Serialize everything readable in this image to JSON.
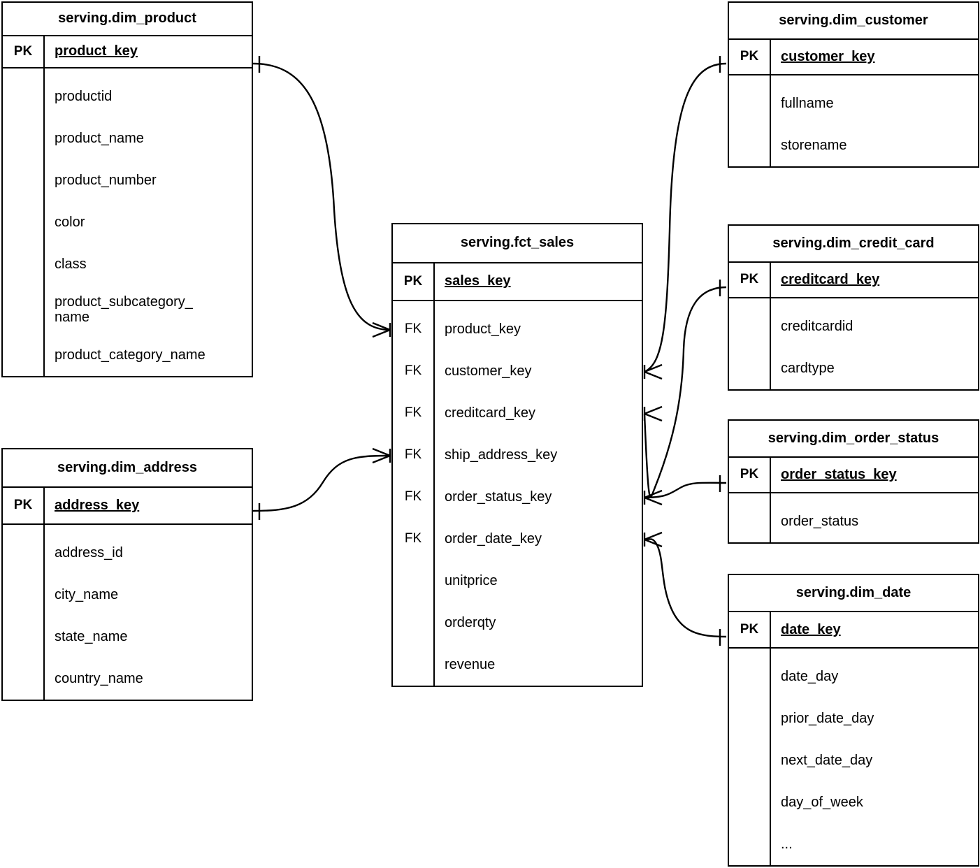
{
  "diagram": {
    "type": "entity-relationship-diagram",
    "notation": "crow's-foot",
    "background": "#ffffff",
    "line_color": "#000000"
  },
  "entities": {
    "dim_product": {
      "title": "serving.dim_product",
      "pk_label": "PK",
      "pk_field": "product_key",
      "attributes": [
        "productid",
        "product_name",
        "product_number",
        "color",
        "class",
        "product_subcategory_\nname",
        "product_category_name"
      ]
    },
    "dim_address": {
      "title": "serving.dim_address",
      "pk_label": "PK",
      "pk_field": "address_key",
      "attributes": [
        "address_id",
        "city_name",
        "state_name",
        "country_name"
      ]
    },
    "fct_sales": {
      "title": "serving.fct_sales",
      "pk_label": "PK",
      "pk_field": "sales_key",
      "fk_label": "FK",
      "attributes": [
        {
          "key": "FK",
          "name": "product_key"
        },
        {
          "key": "FK",
          "name": "customer_key"
        },
        {
          "key": "FK",
          "name": "creditcard_key"
        },
        {
          "key": "FK",
          "name": "ship_address_key"
        },
        {
          "key": "FK",
          "name": "order_status_key"
        },
        {
          "key": "FK",
          "name": "order_date_key"
        },
        {
          "key": "",
          "name": "unitprice"
        },
        {
          "key": "",
          "name": "orderqty"
        },
        {
          "key": "",
          "name": "revenue"
        }
      ]
    },
    "dim_customer": {
      "title": "serving.dim_customer",
      "pk_label": "PK",
      "pk_field": "customer_key",
      "attributes": [
        "fullname",
        "storename"
      ]
    },
    "dim_credit_card": {
      "title": "serving.dim_credit_card",
      "pk_label": "PK",
      "pk_field": "creditcard_key",
      "attributes": [
        "creditcardid",
        "cardtype"
      ]
    },
    "dim_order_status": {
      "title": "serving.dim_order_status",
      "pk_label": "PK",
      "pk_field": "order_status_key",
      "attributes": [
        "order_status"
      ]
    },
    "dim_date": {
      "title": "serving.dim_date",
      "pk_label": "PK",
      "pk_field": "date_key",
      "attributes": [
        "date_day",
        "prior_date_day",
        "next_date_day",
        "day_of_week",
        "..."
      ]
    }
  },
  "relationships": [
    {
      "from": "dim_product.product_key",
      "to": "fct_sales.product_key",
      "from_cardinality": "one",
      "to_cardinality": "many"
    },
    {
      "from": "dim_address.address_key",
      "to": "fct_sales.ship_address_key",
      "from_cardinality": "one",
      "to_cardinality": "many"
    },
    {
      "from": "dim_customer.customer_key",
      "to": "fct_sales.customer_key",
      "from_cardinality": "one",
      "to_cardinality": "many"
    },
    {
      "from": "dim_credit_card.creditcard_key",
      "to": "fct_sales.creditcard_key",
      "from_cardinality": "one",
      "to_cardinality": "many"
    },
    {
      "from": "dim_order_status.order_status_key",
      "to": "fct_sales.order_status_key",
      "from_cardinality": "one",
      "to_cardinality": "many"
    },
    {
      "from": "dim_date.date_key",
      "to": "fct_sales.order_date_key",
      "from_cardinality": "one",
      "to_cardinality": "many"
    }
  ]
}
